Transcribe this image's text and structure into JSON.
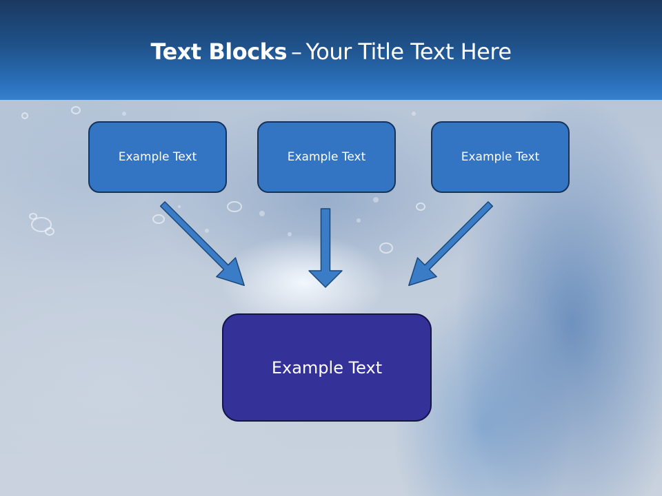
{
  "title": {
    "bold": "Text Blocks",
    "dash": "–",
    "rest": "Your Title Text Here"
  },
  "top_boxes": [
    {
      "label": "Example Text"
    },
    {
      "label": "Example Text"
    },
    {
      "label": "Example Text"
    }
  ],
  "bottom_box": {
    "label": "Example Text"
  },
  "colors": {
    "header_dark": "#1a3960",
    "header_light": "#3880cc",
    "top_box_fill": "#3375c3",
    "bottom_box_fill": "#343198",
    "arrow_fill": "#3a7dc6",
    "arrow_stroke": "#1b4777"
  }
}
